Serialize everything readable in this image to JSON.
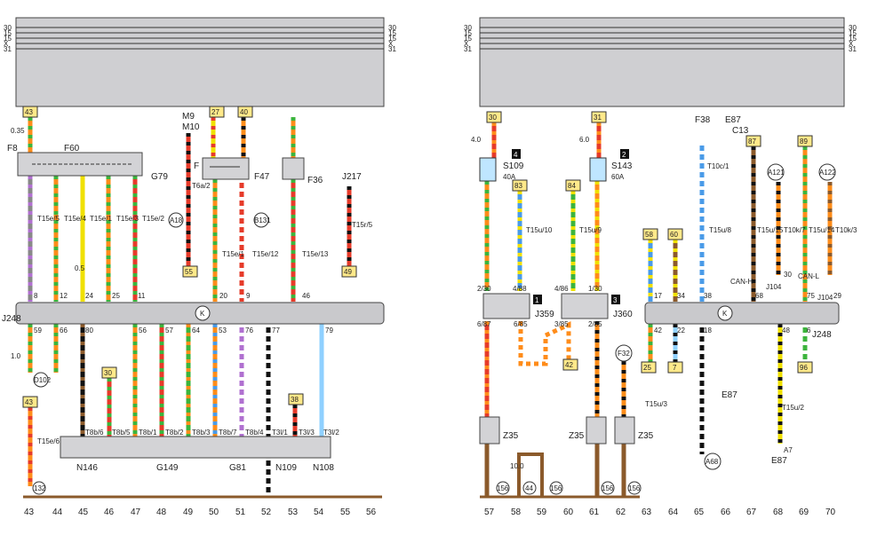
{
  "bus_labels": [
    "30",
    "15",
    "15",
    "X",
    "31"
  ],
  "bottom_left_numbers": [
    "43",
    "44",
    "45",
    "46",
    "47",
    "48",
    "49",
    "50",
    "51",
    "52",
    "53",
    "54",
    "55",
    "56"
  ],
  "bottom_right_numbers": [
    "57",
    "58",
    "59",
    "60",
    "61",
    "62",
    "63",
    "64",
    "65",
    "66",
    "67",
    "68",
    "69",
    "70"
  ],
  "control_unit_left": "J248",
  "control_unit_right": "J248",
  "k_symbol": "K",
  "left_components": {
    "f8": "F8",
    "f60": "F60",
    "g79": "G79",
    "f": "F",
    "f47": "F47",
    "f36": "F36",
    "j217": "J217",
    "m9": "M9",
    "m10": "M10",
    "n146": "N146",
    "g149": "G149",
    "g81": "G81",
    "n109": "N109",
    "n108": "N108"
  },
  "left_terminals": {
    "43a": "43",
    "27": "27",
    "40": "40",
    "55": "55",
    "49": "49",
    "30": "30",
    "38": "38",
    "43b": "43",
    "132": "132"
  },
  "left_circles": {
    "a18": "A18",
    "b131": "B131",
    "d102": "D102"
  },
  "left_connectors": {
    "t15e_5": "T15e/5",
    "t15e_4": "T15e/4",
    "t15e_1a": "T15e/1",
    "t15e_3": "T15e/3",
    "t15e_2": "T15e/2",
    "t6a_2": "T6a/2",
    "t15e_1b": "T15e/1",
    "t15e_12": "T15e/12",
    "t15e_13": "T15e/13",
    "t15r_5": "T15r/5",
    "t15e_6": "T15e/6",
    "t8b_6": "T8b/6",
    "t8b_5": "T8b/5",
    "t8b_1": "T8b/1",
    "t8b_2": "T8b/2",
    "t8b_3": "T8b/3",
    "t8b_7": "T8b/7",
    "t8b_4": "T8b/4",
    "t3l_1": "T3l/1",
    "t3l_3": "T3l/3",
    "t3l_2": "T3l/2"
  },
  "left_pins_top": [
    "8",
    "12",
    "24",
    "25",
    "11",
    "20",
    "9",
    "46"
  ],
  "left_pins_bottom": [
    "59",
    "66",
    "80",
    "56",
    "57",
    "64",
    "53",
    "76",
    "77",
    "79"
  ],
  "wire_size_labels": [
    "0.35",
    "0.5",
    "1.0",
    "4.0",
    "6.0",
    "10.0"
  ],
  "right_components": {
    "s109": "S109",
    "s109_rating": "40A",
    "s143": "S143",
    "s143_rating": "60A",
    "j359": "J359",
    "j360": "J360",
    "z35a": "Z35",
    "z35b": "Z35",
    "z35c": "Z35",
    "f38": "F38",
    "e87a": "E87",
    "c13": "C13",
    "j104a": "J104",
    "j104b": "J104",
    "can_h": "CAN-H",
    "can_l": "CAN-L",
    "e87b": "E87",
    "e87c": "E87",
    "a7": "A7"
  },
  "right_terminals": {
    "30": "30",
    "31": "31",
    "83": "83",
    "84": "84",
    "42": "42",
    "58": "58",
    "60": "60",
    "25": "25",
    "7": "7",
    "87": "87",
    "89": "89",
    "96": "96",
    "44": "44",
    "156a": "156",
    "156b": "156",
    "156c": "156",
    "156d": "156"
  },
  "right_badges": {
    "b4": "4",
    "b2": "2",
    "b1": "1",
    "b3": "3"
  },
  "right_circles": {
    "a121": "A121",
    "a122": "A122",
    "f32": "F32",
    "a68": "A68"
  },
  "right_connectors": {
    "t15u_10": "T15u/10",
    "t15u_9": "T15u/9",
    "t10c_1": "T10c/1",
    "t15u_8": "T15u/8",
    "t15u_15": "T15u/15",
    "t10k_7": "T10k/7",
    "t15u_14": "T15u/14",
    "t10k_3": "T10k/3",
    "t15u_3": "T15u/3",
    "t15u_2": "T15u/2"
  },
  "relay_pins": {
    "p2_30": "2/30",
    "p4_88": "4/88",
    "p6_87": "6/87",
    "p6_85": "6/85",
    "p4_86": "4/86",
    "p1_30": "1/30",
    "p3_85": "3/85",
    "p2_85": "2/85"
  },
  "right_pins": [
    "17",
    "34",
    "38",
    "68",
    "75",
    "29",
    "42",
    "22",
    "18",
    "48",
    "6",
    "30"
  ],
  "colors": {
    "bus_fill": "#cfcfd2",
    "unit_fill": "#c9c9cc",
    "terminal_fill": "#ffe98a",
    "red": "#e63b2a",
    "orange": "#ff8c1a",
    "yellow": "#f0e000",
    "green": "#3cb43c",
    "blue": "#4a9be8",
    "light_blue": "#8fd0ff",
    "brown": "#8b5a2b",
    "black": "#111111",
    "grey": "#888888",
    "violet": "#b070d0",
    "white": "#ffffff"
  }
}
